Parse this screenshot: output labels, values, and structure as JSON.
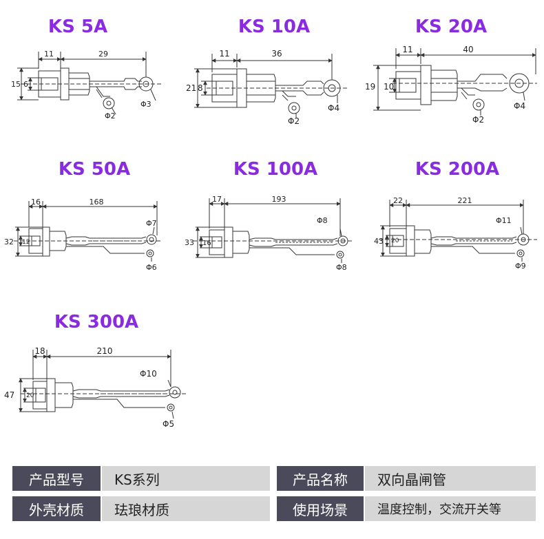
{
  "colors": {
    "title": "#8a2be2",
    "label_bg": "#4a4a5a",
    "value_bg": "#d6d6d6",
    "line": "#333333"
  },
  "models": [
    {
      "title": "KS 5A",
      "dims": {
        "a": "11",
        "b": "29",
        "h": "15",
        "w": "6",
        "phi_big": "Φ3",
        "phi_small": "Φ2"
      }
    },
    {
      "title": "KS 10A",
      "dims": {
        "a": "11",
        "b": "36",
        "h": "21",
        "w": "8",
        "phi_big": "Φ4",
        "phi_small": "Φ2"
      }
    },
    {
      "title": "KS 20A",
      "dims": {
        "a": "11",
        "b": "40",
        "h": "19",
        "w": "10",
        "phi_big": "Φ4",
        "phi_small": "Φ2"
      }
    },
    {
      "title": "KS 50A",
      "dims": {
        "a": "16",
        "b": "168",
        "h": "32",
        "w": "12",
        "phi_big": "Φ7",
        "phi_small": "Φ6"
      }
    },
    {
      "title": "KS 100A",
      "dims": {
        "a": "17",
        "b": "193",
        "h": "33",
        "w": "16",
        "phi_big": "Φ8",
        "phi_small": "Φ8"
      }
    },
    {
      "title": "KS 200A",
      "dims": {
        "a": "22",
        "b": "221",
        "h": "43",
        "w": "20",
        "phi_big": "Φ11",
        "phi_small": "Φ9"
      }
    },
    {
      "title": "KS 300A",
      "dims": {
        "a": "18",
        "b": "210",
        "h": "47",
        "w": "20",
        "phi_big": "Φ10",
        "phi_small": "Φ5"
      }
    }
  ],
  "specs": {
    "row1": {
      "label1": "产品型号",
      "value1": "KS系列",
      "label2": "产品名称",
      "value2": "双向晶闸管"
    },
    "row2": {
      "label1": "外壳材质",
      "value1": "珐琅材质",
      "label2": "使用场景",
      "value2": "温度控制，交流开关等"
    }
  }
}
